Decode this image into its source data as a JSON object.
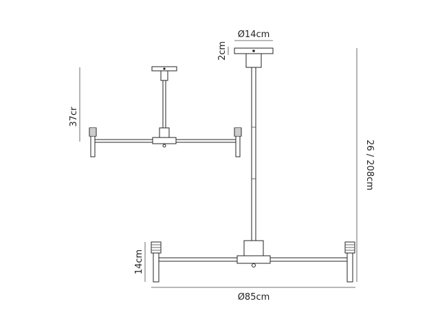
{
  "labels": {
    "canopy_diameter": "Ø14cm",
    "canopy_height": "2cm",
    "small_drop": "37cr",
    "total_height": "26 / 208cm",
    "arm_height": "14cm",
    "width": "Ø85cm"
  }
}
